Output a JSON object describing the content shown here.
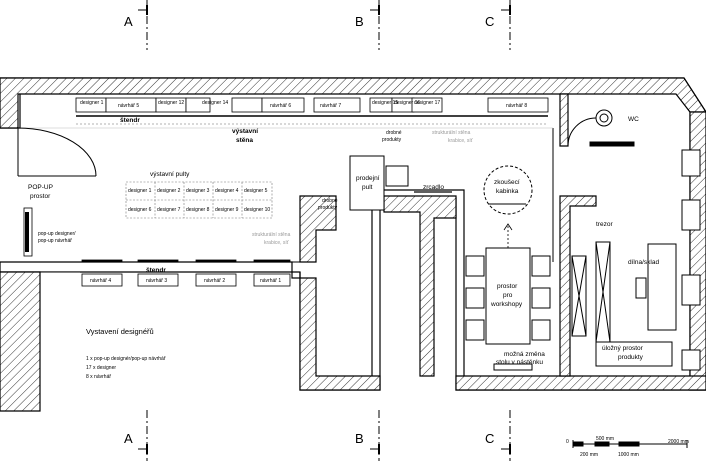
{
  "sections": {
    "a": "A",
    "b": "B",
    "c": "C"
  },
  "display_bays_top": {
    "designer_1": "designer 1",
    "designer_12": "designer 12",
    "designer_14": "designer 14",
    "designer_15": "designer 15",
    "designer_16": "designer 16",
    "designer_17": "designer 17",
    "navrhar_5": "návrhář 5",
    "navrhar_6": "návrhář 6",
    "navrhar_7": "návrhář 7",
    "navrhar_8": "návrhář 8"
  },
  "display_bays_bottom": {
    "navrhar_1": "návrhář 1",
    "navrhar_2": "návrhář 2",
    "navrhar_3": "návrhář 3",
    "navrhar_4": "návrhář 4"
  },
  "counter_grid": {
    "title": "výstavní pulty",
    "cells": [
      "designer 1",
      "designer 2",
      "designer 3",
      "designer 4",
      "designer 5",
      "designer 6",
      "designer 7",
      "designer 8",
      "designer 9",
      "designer 10"
    ]
  },
  "labels": {
    "stendr_top": "štendr",
    "stendr_bottom": "štendr",
    "vystavni_stena_1": "výstavní",
    "vystavni_stena_2": "stěna",
    "drobne_produkty_1": "drobné",
    "drobne_produkty_2": "produkty",
    "strukt_top_1": "strukturální stěna",
    "strukt_top_2": "krabice, síť",
    "strukt_mid_1": "strukturální stěna",
    "strukt_mid_2": "krabice, síť",
    "popup_1": "POP-UP",
    "popup_2": "prostor",
    "popup_panel_1": "pop-up designer/",
    "popup_panel_2": "pop-up návrhář",
    "drobne_left_1": "drobné",
    "drobne_left_2": "produkty",
    "prodejni_1": "prodejní",
    "prodejni_2": "pult",
    "zrcadlo": "zrcadlo",
    "zkusebni_1": "zkoušecí",
    "zkusebni_2": "kabinka",
    "workshop_1": "prostor",
    "workshop_2": "pro",
    "workshop_3": "workshopy",
    "moznost_1": "možná změna",
    "moznost_2": "stolu v nástěnku",
    "wc": "WC",
    "trezor": "trezor",
    "dilna": "dílna/sklad",
    "ulozny_1": "úložný prostor",
    "ulozny_2": "produkty"
  },
  "legend": {
    "title": "Vystavení designéřů",
    "line1": "1 x pop-up designér/pop-up návrhář",
    "line2": "17 x designer",
    "line3": "8 x návrhář"
  },
  "scale": {
    "zero": "0",
    "t500": "500 mm",
    "t2000": "2000 mm",
    "t200": "200 mm",
    "t1000": "1000 mm"
  }
}
